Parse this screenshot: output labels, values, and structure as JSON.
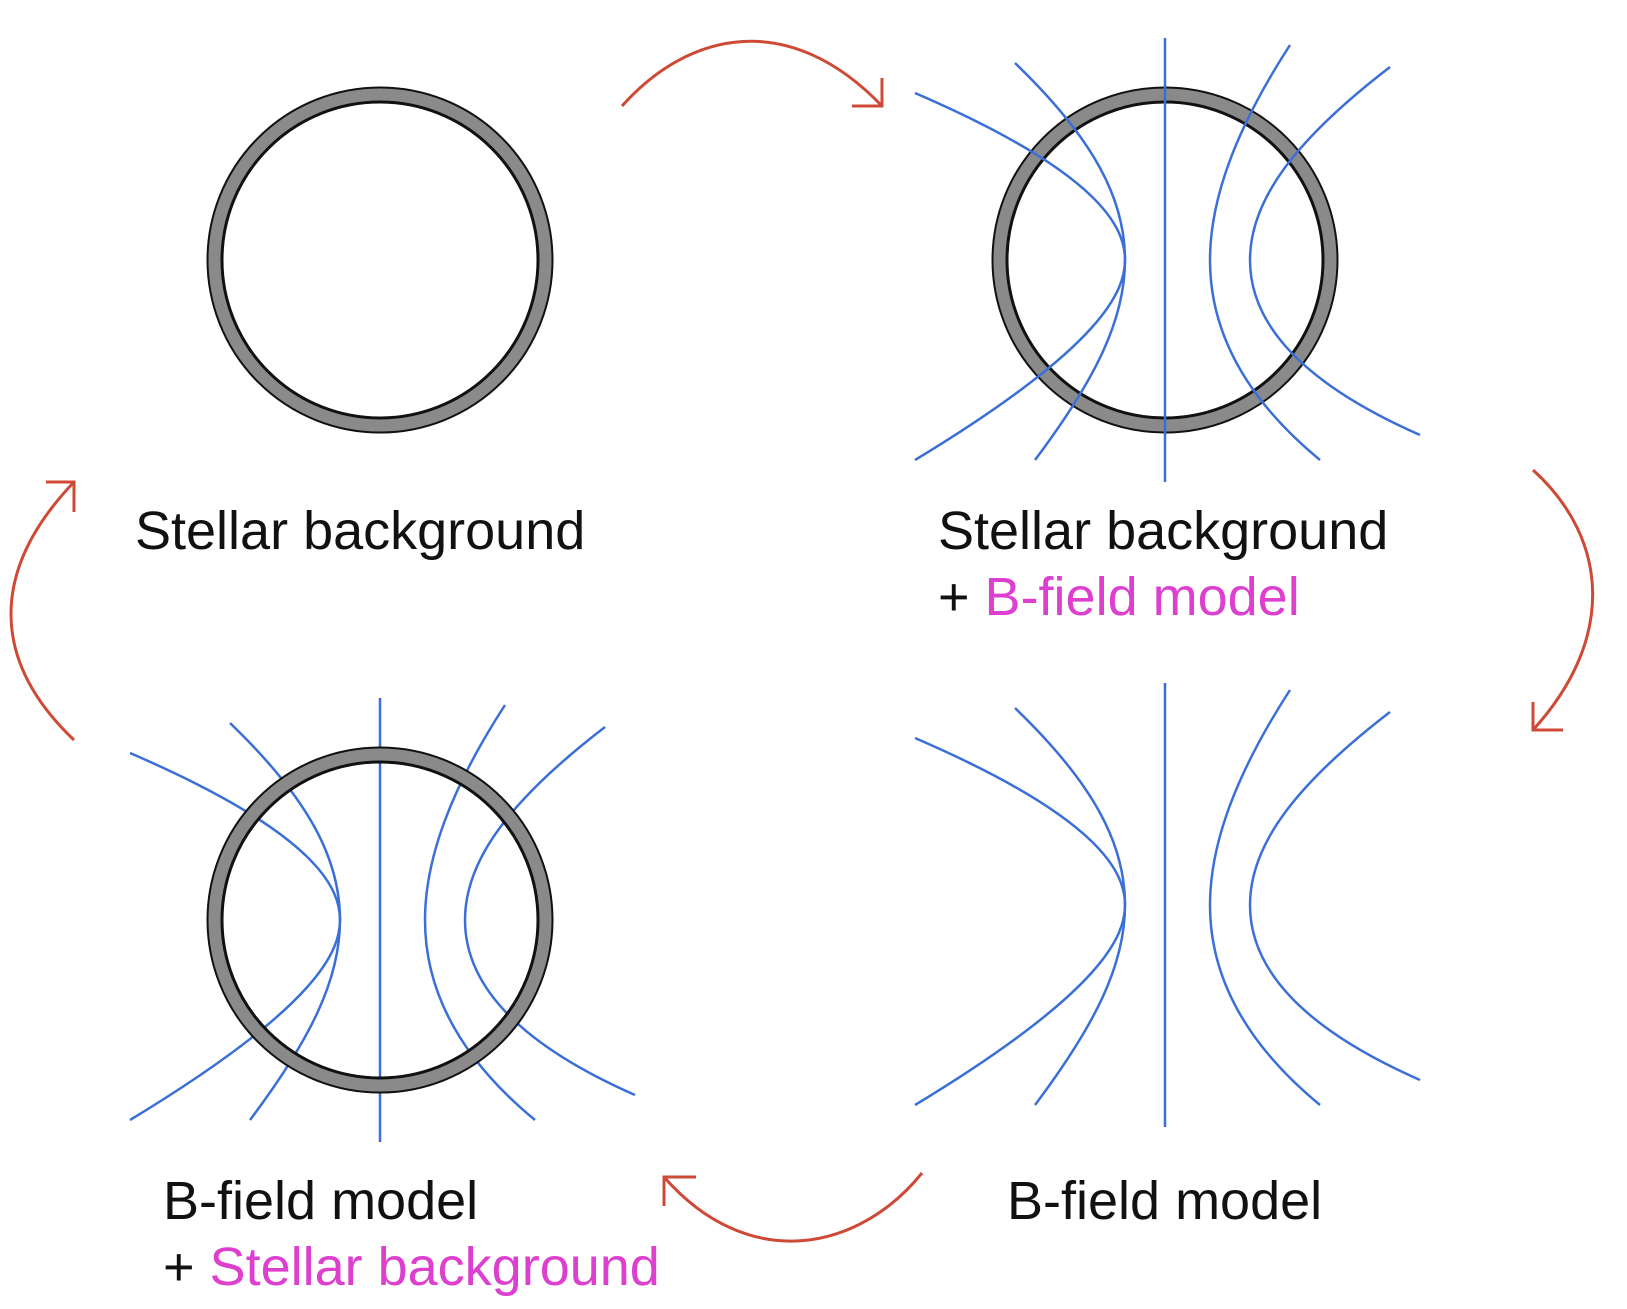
{
  "colors": {
    "field_lines": "#3b6fd8",
    "star_ring": "#8a8a8a",
    "star_outline": "#111111",
    "arrows": "#cf4a36",
    "text": "#111111",
    "highlight_text": "#dd3fcf"
  },
  "panels": {
    "top_left": {
      "line1": "Stellar background"
    },
    "top_right": {
      "line1": "Stellar background",
      "line2_prefix": "+ ",
      "line2_highlight": "B-field model"
    },
    "bottom_right": {
      "line1": "B-field model"
    },
    "bottom_left": {
      "line1": "B-field model",
      "line2_prefix": "+ ",
      "line2_highlight": "Stellar background"
    }
  }
}
